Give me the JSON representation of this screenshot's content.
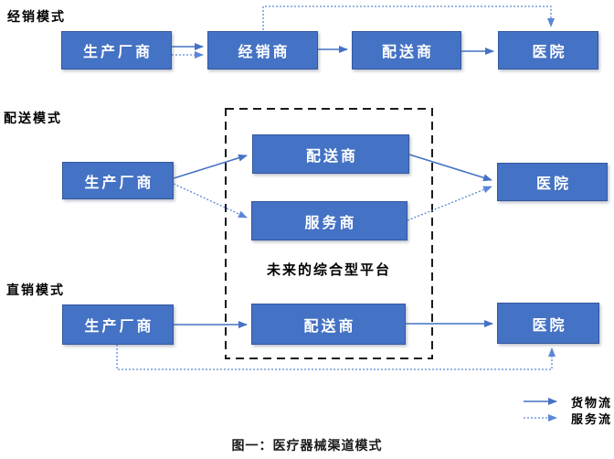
{
  "modes": {
    "distribution": {
      "label": "经销模式",
      "boxes": {
        "manufacturer": "生产厂商",
        "dealer": "经销商",
        "distributor": "配送商",
        "hospital": "医院"
      }
    },
    "delivery": {
      "label": "配送模式",
      "boxes": {
        "manufacturer": "生产厂商",
        "distributor": "配送商",
        "service_provider": "服务商",
        "hospital": "医院"
      },
      "platform_label": "未来的综合型平台"
    },
    "direct": {
      "label": "直销模式",
      "boxes": {
        "manufacturer": "生产厂商",
        "distributor": "配送商",
        "hospital": "医院"
      }
    }
  },
  "legend": {
    "goods_flow": "货物流",
    "service_flow": "服务流"
  },
  "caption": "图一：医疗器械渠道模式",
  "colors": {
    "box_fill": "#4472C4",
    "box_border": "#35579E",
    "arrow_solid": "#4472C4",
    "arrow_dotted": "#5B87D6",
    "dashed_frame": "#1A1A1A",
    "box_text": "#FFFFFF"
  }
}
